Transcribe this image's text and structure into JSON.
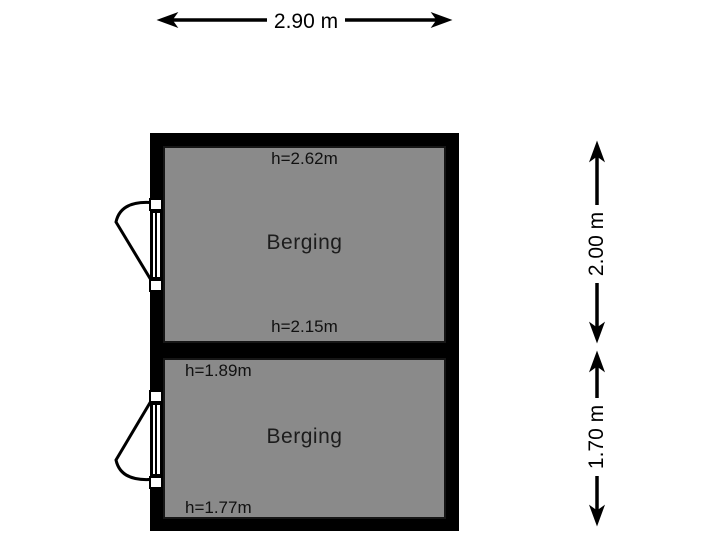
{
  "plan": {
    "type": "floorplan",
    "overall_width_dim": "2.90 m",
    "rooms": [
      {
        "name": "Berging",
        "h_top": "h=2.62m",
        "h_bottom": "h=2.15m",
        "side_dim": "2.00 m"
      },
      {
        "name": "Berging",
        "h_top": "h=1.89m",
        "h_bottom": "h=1.77m",
        "side_dim": "1.70 m"
      }
    ]
  },
  "colors": {
    "background": "#ffffff",
    "wall": "#000000",
    "room_fill": "#8a8a8a",
    "room_border": "#161616",
    "text": "#111111",
    "dim_chip_bg": "#ffffff"
  },
  "icons": {
    "arrow_style": "double-headed-dimension-arrow",
    "door_style": "swing-arc"
  }
}
